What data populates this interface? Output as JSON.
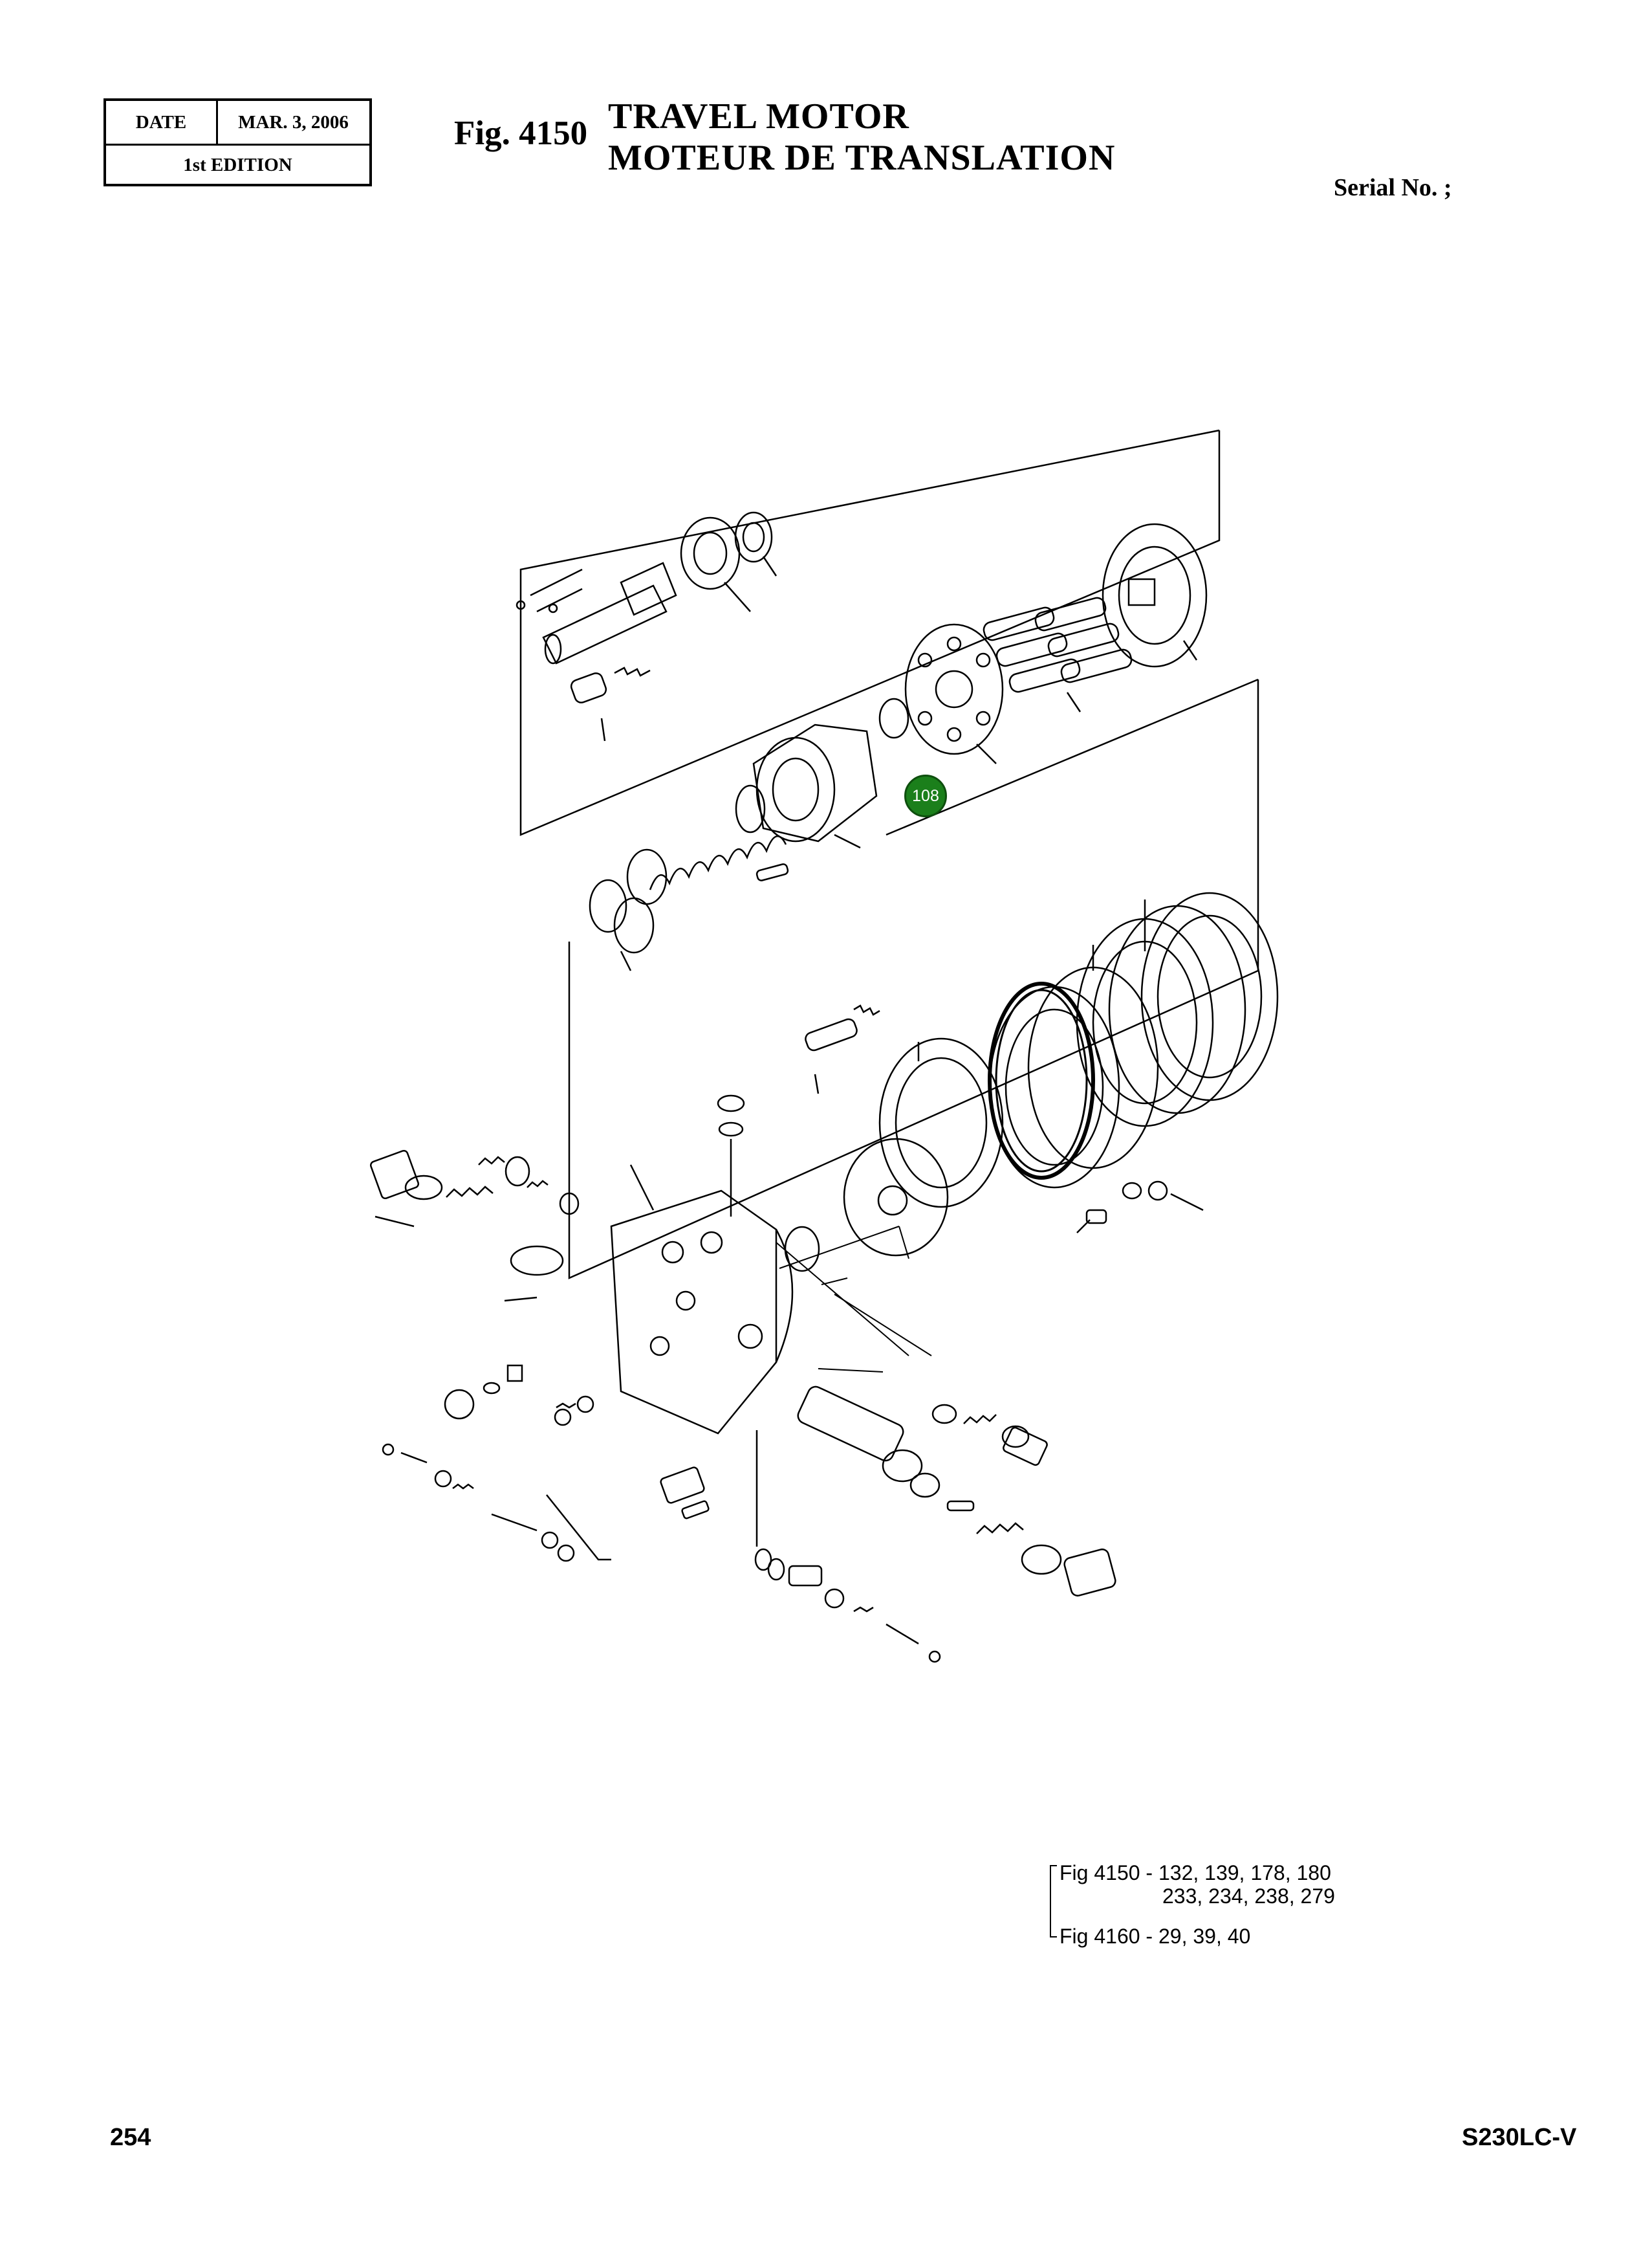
{
  "header": {
    "date_label": "DATE",
    "date_value": "MAR. 3, 2006",
    "edition": "1st EDITION",
    "fig_number": "Fig. 4150",
    "title_en": "TRAVEL  MOTOR",
    "title_fr": "MOTEUR  DE  TRANSLATION",
    "serial": "Serial No. ;"
  },
  "callout": {
    "label": "108",
    "color": "#1b7f1b"
  },
  "references": {
    "line1": "Fig 4150 - 132, 139, 178, 180",
    "line2": "233, 234, 238, 279",
    "line3": "Fig 4160 - 29, 39, 40"
  },
  "footer": {
    "page_number": "254",
    "model": "S230LC-V"
  }
}
